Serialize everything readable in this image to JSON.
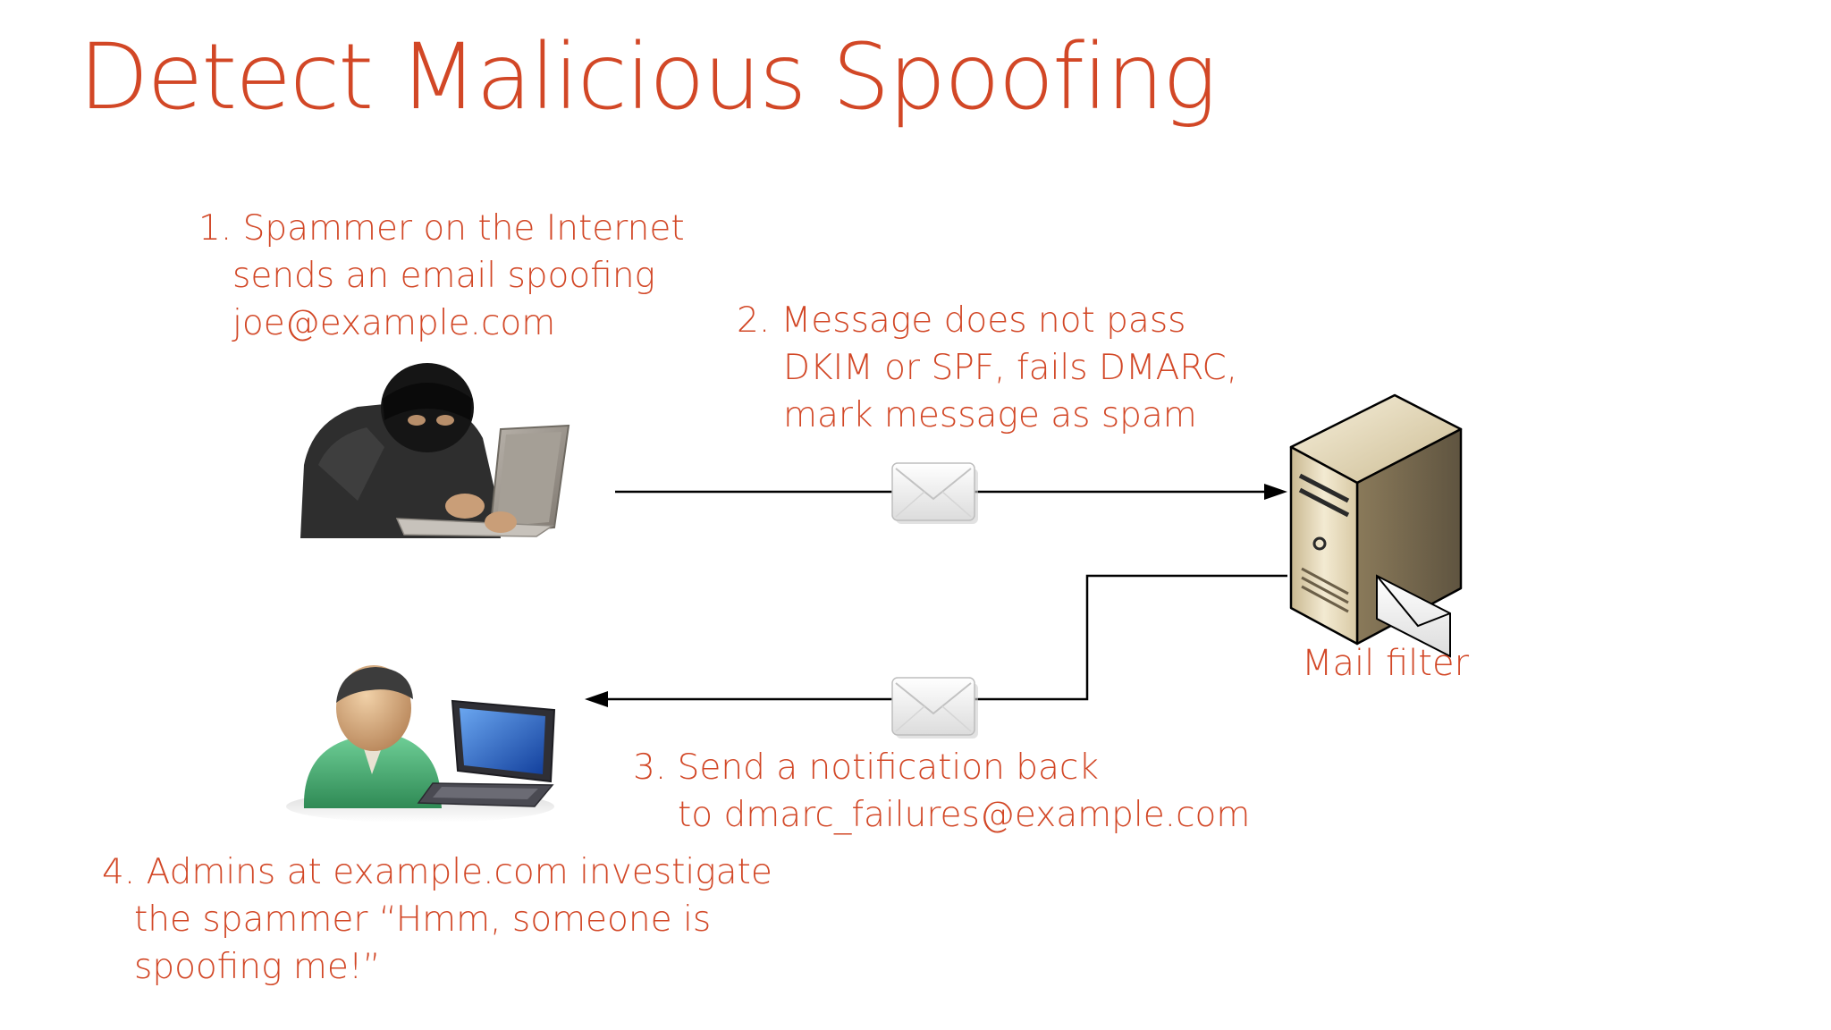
{
  "slide": {
    "title": "Detect Malicious Spoofing"
  },
  "steps": [
    {
      "number": "1.",
      "lines": [
        "1. Spammer on the Internet",
        "sends an email spoofing",
        "joe@example.com"
      ]
    },
    {
      "number": "2.",
      "lines": [
        "2. Message does not pass",
        "DKIM or SPF, fails DMARC,",
        "mark message as spam"
      ]
    },
    {
      "number": "3.",
      "lines": [
        "3. Send a notification back",
        "to dmarc_failures@example.com"
      ]
    },
    {
      "number": "4.",
      "lines": [
        "4. Admins at example.com investigate",
        "the spammer “Hmm, someone is",
        "spoofing me!”"
      ]
    }
  ],
  "nodes": {
    "spammer": {
      "icon": "hooded-hacker-with-laptop-icon"
    },
    "admin": {
      "icon": "user-at-computer-icon"
    },
    "mail_filter": {
      "label": "Mail filter",
      "icon": "server-tower-icon"
    }
  },
  "edges": [
    {
      "from": "spammer",
      "to": "mail_filter",
      "icon": "envelope-icon"
    },
    {
      "from": "mail_filter",
      "to": "admin",
      "icon": "envelope-icon"
    }
  ],
  "colors": {
    "accent": "#d24726",
    "line": "#000000"
  }
}
